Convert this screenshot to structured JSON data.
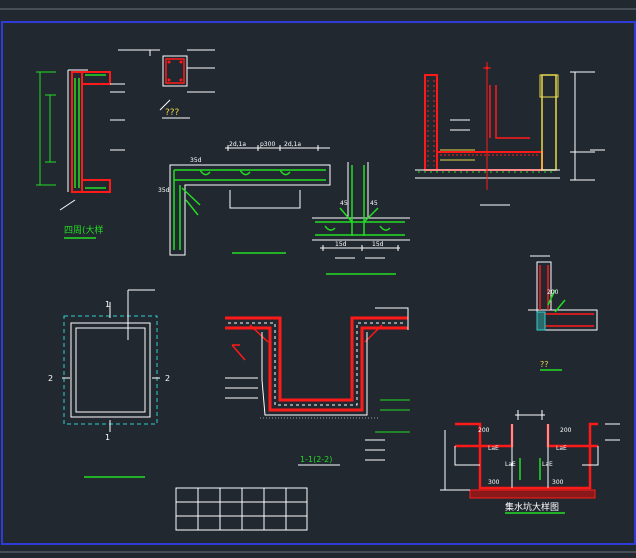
{
  "drawing": {
    "colors": {
      "background": "#212830",
      "frame": "#2f3bd6",
      "red": "#ff1a1a",
      "green": "#22dd22",
      "white": "#ffffff",
      "yellow": "#e8d84a",
      "cyan": "#30d0d0",
      "gray": "#9aa0a8"
    },
    "labels": {
      "corner_detail": "四周(大样",
      "col_marks": "???",
      "dim_a": "2d,1a",
      "dim_b": "p300",
      "dim_c": "2d,1a",
      "lap_left": "35d",
      "lap_left2": "35d",
      "stirrup": "45",
      "stirrup2": "45",
      "anchor_a": "15d",
      "anchor_b": "15d",
      "plan_top": "1",
      "plan_bottom": "1",
      "plan_left": "2",
      "plan_right": "2",
      "section": "1-1(2-2)",
      "small_detail": "??",
      "pit_title": "集水坑大样图",
      "pit_a": "200",
      "pit_b": "200",
      "pit_c": "300",
      "pit_d": "300",
      "pit_lae1": "LaE",
      "pit_lae2": "LaE",
      "pit_lae3": "LaE",
      "pit_lae4": "LaE",
      "small_200": "200"
    }
  }
}
